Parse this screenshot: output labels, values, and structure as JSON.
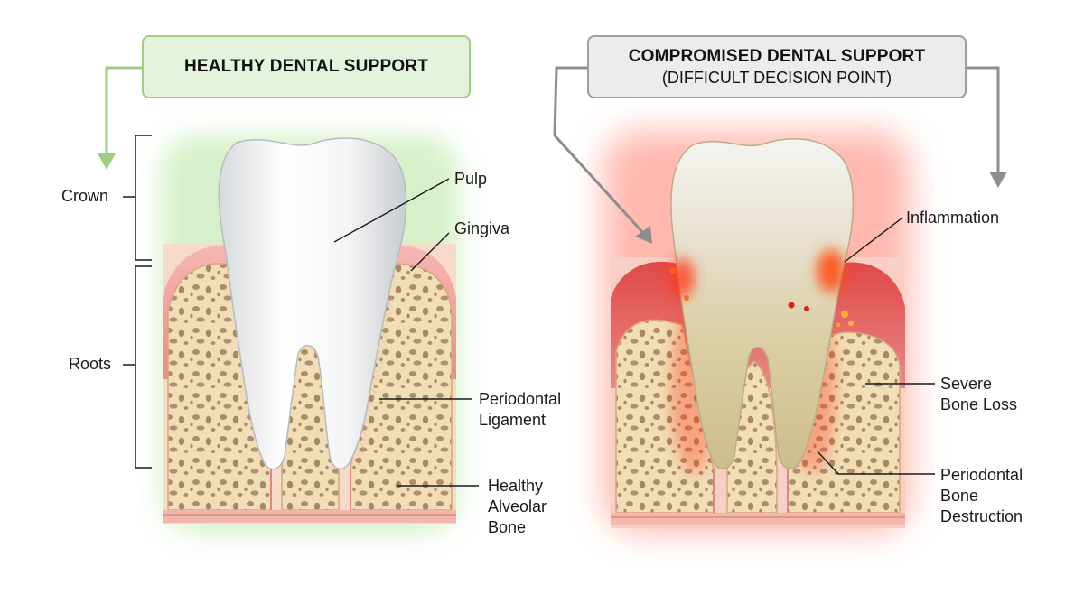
{
  "healthy": {
    "title": "HEALTHY DENTAL SUPPORT",
    "labels": {
      "crown": "Crown",
      "roots": "Roots",
      "pulp": "Pulp",
      "gingiva": "Gingiva",
      "pdl_line1": "Periodontal",
      "pdl_line2": "Ligament",
      "bone_line1": "Healthy",
      "bone_line2": "Alveolar",
      "bone_line3": "Bone"
    }
  },
  "compromised": {
    "title": "COMPROMISED DENTAL SUPPORT",
    "subtitle": "(DIFFICULT DECISION POINT)",
    "labels": {
      "inflammation": "Inflammation",
      "bone_loss_line1": "Severe",
      "bone_loss_line2": "Bone Loss",
      "destruction_line1": "Periodontal",
      "destruction_line2": "Bone",
      "destruction_line3": "Destruction"
    }
  },
  "colors": {
    "healthy_accent": "#9fcd86",
    "compromised_accent": "#9e9e9e",
    "gum": "#ee9c9c",
    "bone": "#f1ddb6",
    "bone_pore": "#ad8d66",
    "inflammation": "#ff3b1a"
  }
}
